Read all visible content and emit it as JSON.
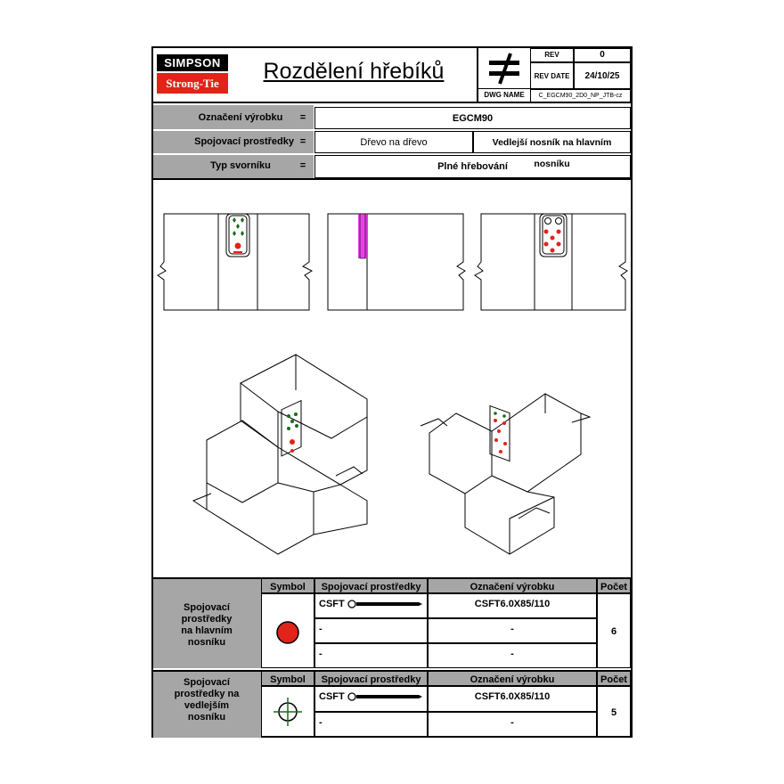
{
  "header": {
    "logo_top": "SIMPSON",
    "logo_bottom": "Strong-Tie",
    "title": "Rozdělení hřebíků",
    "rev_label": "REV",
    "rev_value": "0",
    "rev_date_label": "REV DATE",
    "rev_date_value": "24/10/25",
    "dwg_name_label": "DWG NAME",
    "dwg_name_value": "C_EGCM90_2D0_NP_JTB-cz"
  },
  "info": {
    "product_label": "Označení výrobku",
    "product_eq": "=",
    "product_value": "EGCM90",
    "fastener_label": "Spojovací prostředky",
    "fastener_eq": "=",
    "fastener_value_1": "Dřevo na dřevo",
    "fastener_value_2": "Vedlejší nosník na hlavním nosníku",
    "type_label": "Typ svorníku",
    "type_eq": "=",
    "type_value": "Plné hřebování"
  },
  "table1": {
    "group_label": "Spojovací prostředky na hlavním nosníku",
    "col_symbol": "Symbol",
    "col_fastener": "Spojovací prostředky",
    "col_product": "Označení výrobku",
    "col_count": "Počet",
    "rows": [
      {
        "fastener": "CSFT",
        "product": "CSFT6.0X85/110"
      },
      {
        "fastener": "-",
        "product": "-"
      },
      {
        "fastener": "-",
        "product": "-"
      }
    ],
    "count": "6",
    "symbol_color": "#e2231a"
  },
  "table2": {
    "group_label": "Spojovací prostředky na vedlejším nosníku",
    "col_symbol": "Symbol",
    "col_fastener": "Spojovací prostředky",
    "col_product": "Označení výrobku",
    "col_count": "Počet",
    "rows": [
      {
        "fastener": "CSFT",
        "product": "CSFT6.0X85/110"
      },
      {
        "fastener": "-",
        "product": "-"
      }
    ],
    "count": "5",
    "symbol_color": "#1a6b1a"
  }
}
